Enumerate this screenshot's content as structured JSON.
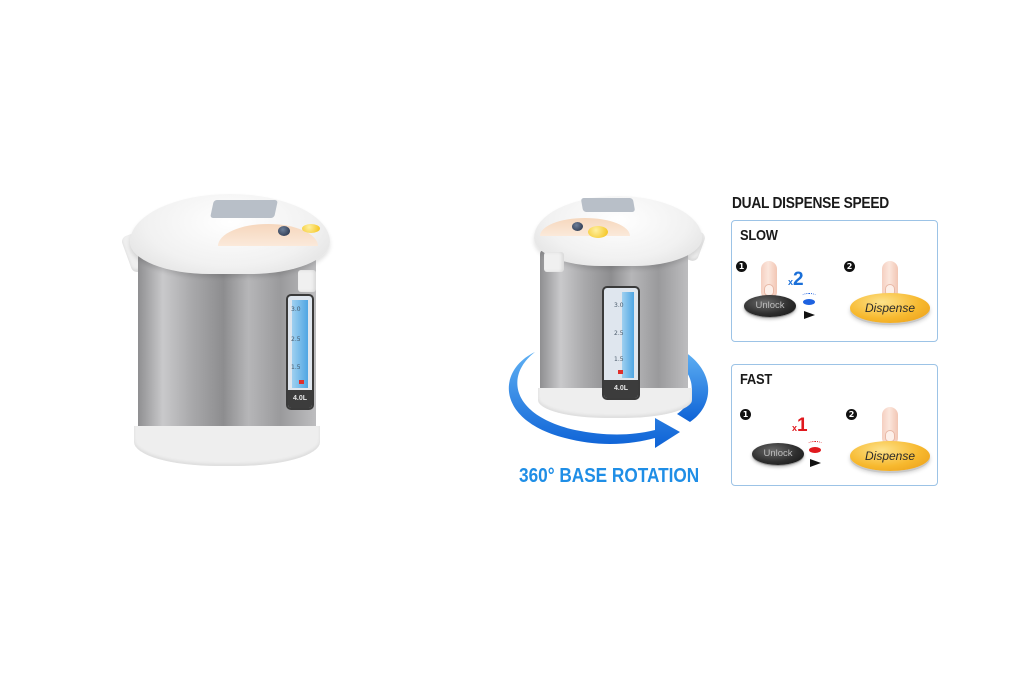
{
  "product_left": {
    "alt": "Electric hot water dispenser, front-left view",
    "gauge_capacity_label": "4.0L",
    "gauge_ticks": [
      "3.0",
      "2.5",
      "1.5"
    ]
  },
  "product_right": {
    "alt": "Electric hot water dispenser on rotating base",
    "gauge_capacity_label": "4.0L",
    "gauge_ticks": [
      "3.0",
      "2.5",
      "1.5"
    ],
    "rotation_label": "360° BASE ROTATION",
    "rotation_arrow_color": "#1f7fe0"
  },
  "dual_dispense": {
    "title": "DUAL DISPENSE SPEED",
    "panel_border_color": "#9cc3e6",
    "modes": [
      {
        "label": "SLOW",
        "steps": [
          {
            "number": "1",
            "button_label": "Unlock",
            "press_count_prefix": "x",
            "press_count": "2",
            "count_color": "#1a6fd8",
            "indicator_color": "#1e62e0"
          },
          {
            "number": "2",
            "button_label": "Dispense"
          }
        ]
      },
      {
        "label": "FAST",
        "steps": [
          {
            "number": "1",
            "button_label": "Unlock",
            "press_count_prefix": "x",
            "press_count": "1",
            "count_color": "#e0191e",
            "indicator_color": "#e0191e"
          },
          {
            "number": "2",
            "button_label": "Dispense"
          }
        ]
      }
    ]
  }
}
